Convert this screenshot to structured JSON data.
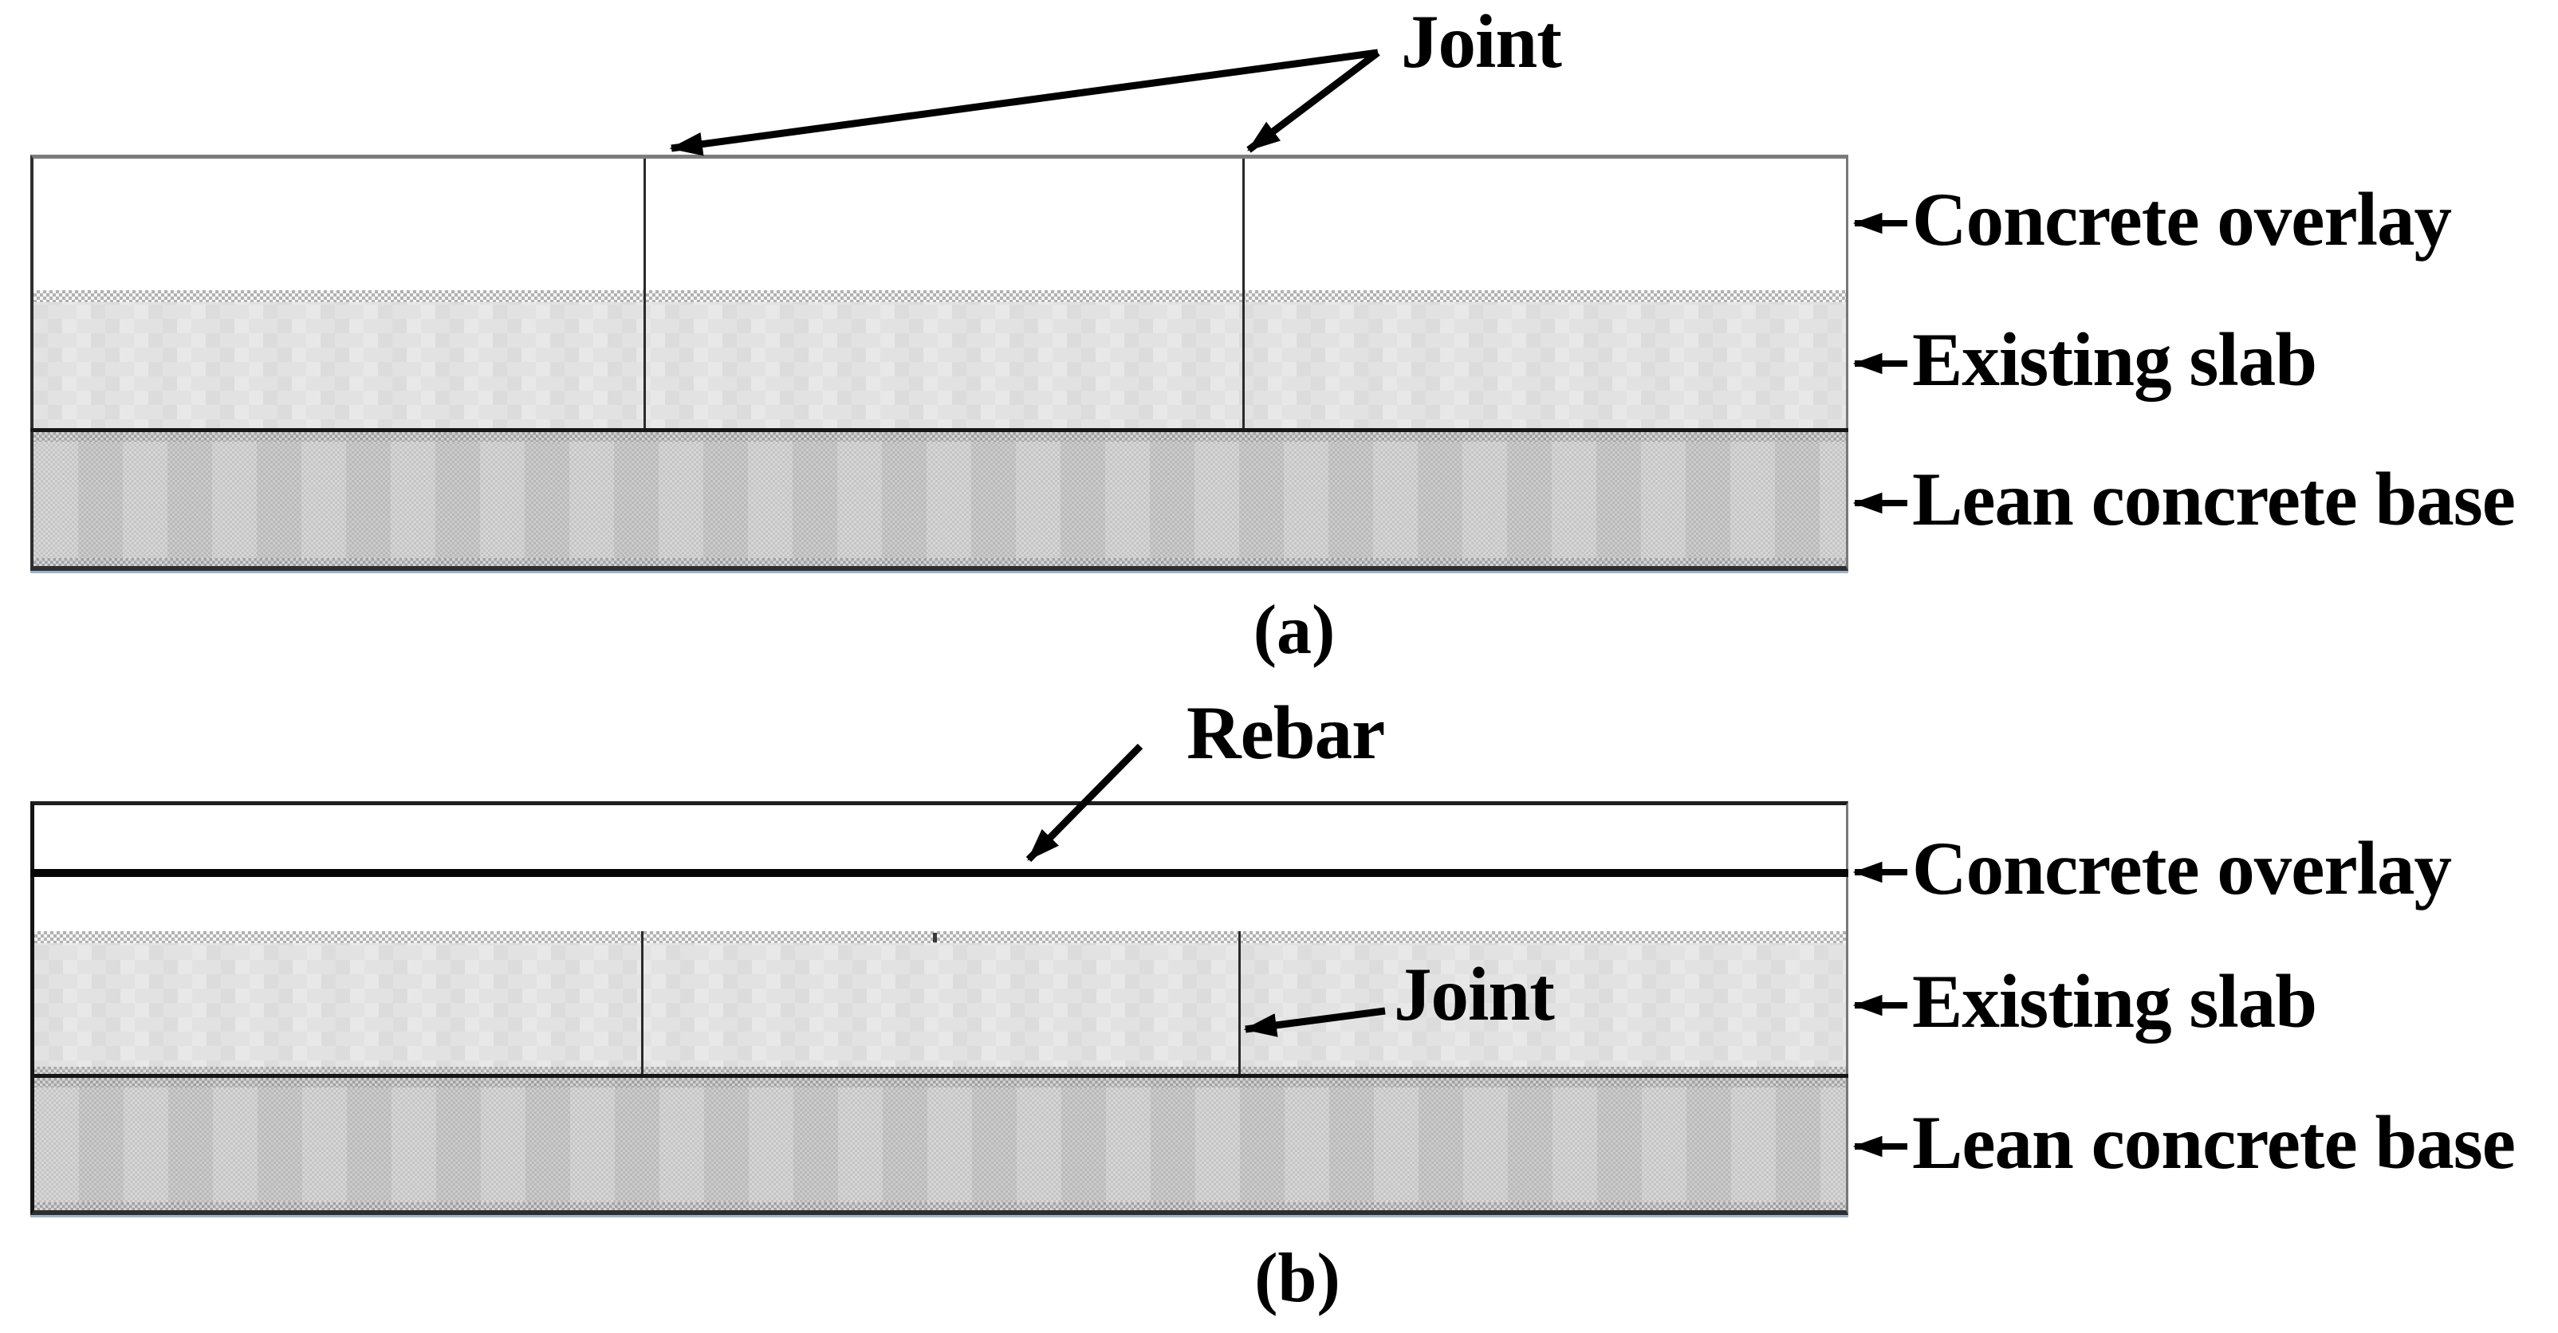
{
  "figure": {
    "type": "concrete-pavement-overlay-cross-sections",
    "panel_a": {
      "caption": "(a)",
      "joint_annotation": "Joint",
      "side_labels": {
        "overlay": "Concrete overlay",
        "slab": "Existing slab",
        "base": "Lean concrete base"
      }
    },
    "panel_b": {
      "caption": "(b)",
      "rebar_annotation": "Rebar",
      "joint_annotation": "Joint",
      "side_labels": {
        "overlay": "Concrete overlay",
        "slab": "Existing slab",
        "base": "Lean concrete base"
      }
    },
    "colors": {
      "overlay_fill": "#ffffff",
      "slab_fill": "#e6e6e6",
      "base_fill": "#c9c9c9",
      "line_dark": "#161616",
      "border_gray": "#787878",
      "text": "#000000"
    }
  }
}
